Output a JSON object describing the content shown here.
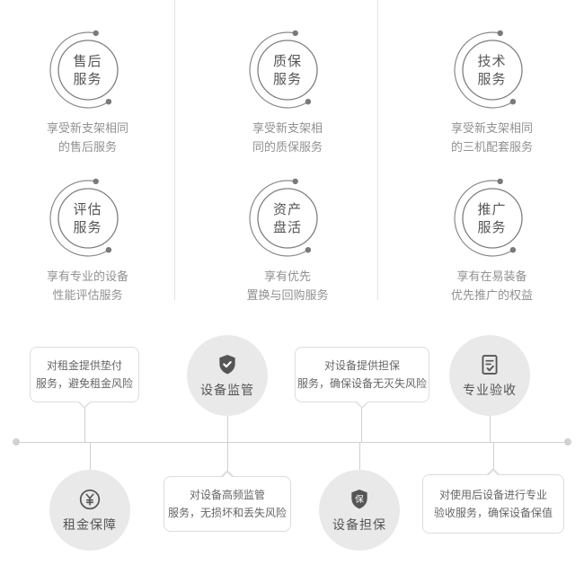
{
  "services": {
    "items": [
      {
        "line1": "售后",
        "line2": "服务",
        "desc1": "享受新支架相同",
        "desc2": "的售后服务"
      },
      {
        "line1": "质保",
        "line2": "服务",
        "desc1": "享受新支架相",
        "desc2": "同的质保服务"
      },
      {
        "line1": "技术",
        "line2": "服务",
        "desc1": "享受新支架相同",
        "desc2": "的三机配套服务"
      },
      {
        "line1": "评估",
        "line2": "服务",
        "desc1": "享有专业的设备",
        "desc2": "性能评估服务"
      },
      {
        "line1": "资产",
        "line2": "盘活",
        "desc1": "享有优先",
        "desc2": "置换与回购服务"
      },
      {
        "line1": "推广",
        "line2": "服务",
        "desc1": "享有在易装备",
        "desc2": "优先推广的权益"
      }
    ]
  },
  "flow": {
    "bubbles": [
      {
        "line1": "对租金提供垫付",
        "line2": "服务，避免租金风险"
      },
      {
        "line1": "对设备提供担保",
        "line2": "服务，确保设备无灭失风险"
      },
      {
        "line1": "对设备高频监管",
        "line2": "服务，无损坏和丢失风险"
      },
      {
        "line1": "对使用后设备进行专业",
        "line2": "验收服务，确保设备保值"
      }
    ],
    "nodes": [
      {
        "label": "设备监管",
        "icon": "shield-check-icon"
      },
      {
        "label": "专业验收",
        "icon": "clipboard-check-icon"
      },
      {
        "label": "租金保障",
        "icon": "yen-coin-icon"
      },
      {
        "label": "设备担保",
        "icon": "shield-guarantee-icon",
        "icon_char": "保"
      }
    ]
  },
  "colors": {
    "line": "#cfcfcf",
    "node_fill": "#e9e9e9",
    "icon": "#555555",
    "text_dark": "#555555",
    "text_gray": "#919191"
  }
}
